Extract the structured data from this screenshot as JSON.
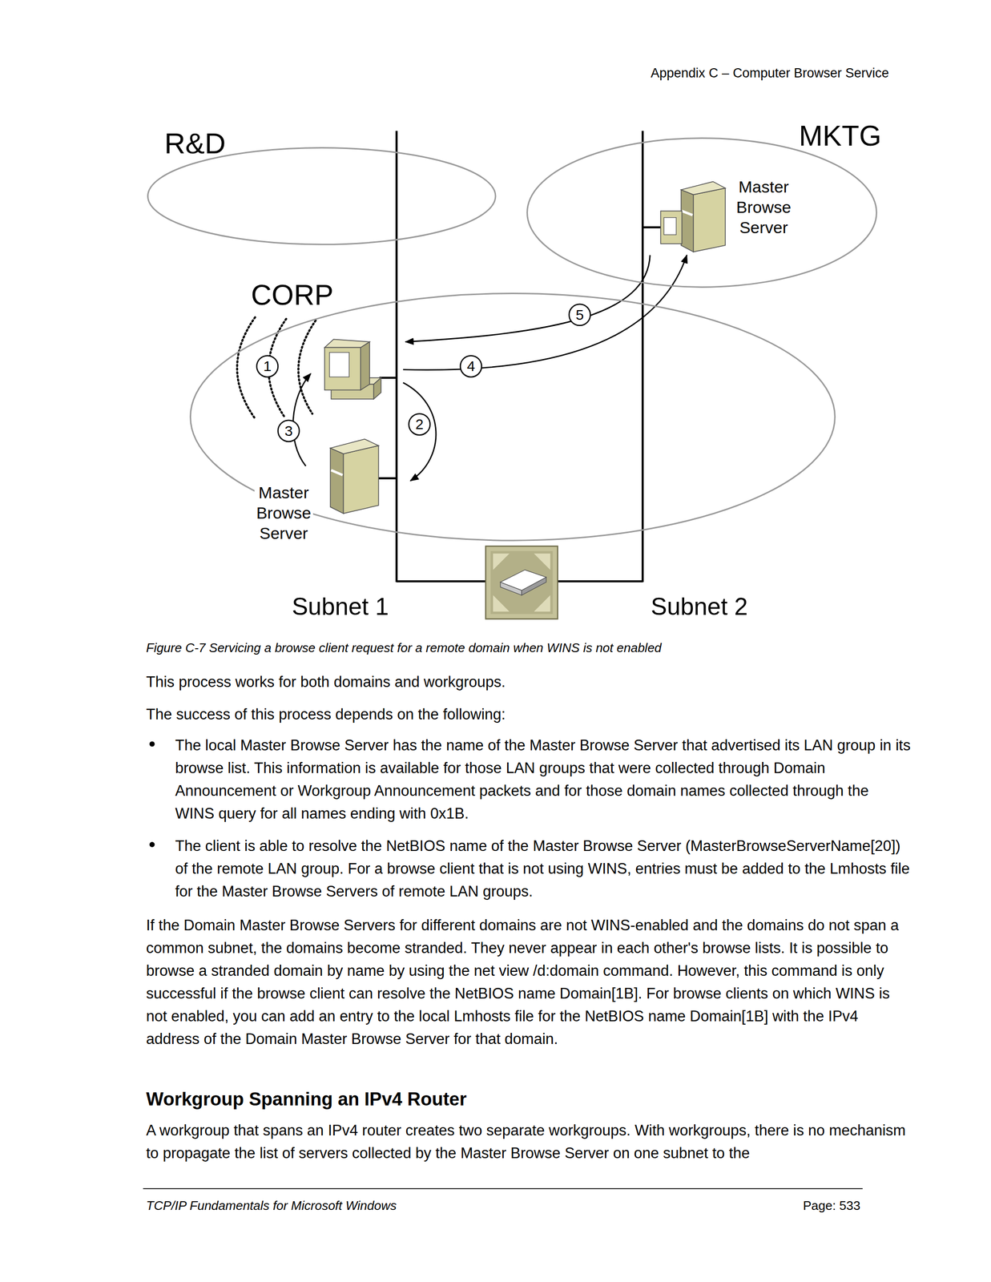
{
  "diagram": {
    "caption": "Figure C-7 Servicing a browse client request for a remote domain when WINS is not enabled",
    "nodes": [
      {
        "text": [
          "R&D"
        ]
      },
      {
        "text": [
          "MKTG"
        ]
      },
      {
        "text": [
          "Master Browse Server"
        ],
        "in": 1
      },
      {
        "text": [
          "CORP"
        ]
      },
      {
        "text": [
          "Master Browse Server"
        ],
        "in": 3
      }
    ],
    "labels": [
      "Appendix C – Computer Browser Service",
      "1",
      "2",
      "3",
      "4",
      "5",
      "Subnet 1",
      "Subnet 2",
      "This process works for both domains and workgroups.",
      "The success of this process depends on the following:",
      "The local Master Browse Server has the name of the Master Browse Server that advertised its LAN group in its browse list. This information is available for those LAN groups that were collected through Domain Announcement or Workgroup Announcement packets and for those domain names collected through the WINS query for all names ending with 0x1B.",
      "The client is able to resolve the NetBIOS name of the Master Browse Server (MasterBrowseServerName[20]) of the remote LAN group. For a browse client that is not using WINS, entries must be added to the Lmhosts file for the Master Browse Servers of remote LAN groups.",
      "If the Domain Master Browse Servers for different domains are not WINS-enabled and the domains do not span a common subnet, the domains become stranded. They never appear in each other's browse lists. It is possible to browse a stranded domain by name by using the net view /d:domain command. However, this command is only successful if the browse client can resolve the NetBIOS name Domain[1B]. For browse clients on which WINS is not enabled, you can add an entry to the local Lmhosts file for the NetBIOS name Domain[1B] with the IPv4 address of the Domain Master Browse Server for that domain.",
      "Workgroup Spanning an IPv4 Router",
      "A workgroup that spans an IPv4 router creates two separate workgroups. With workgroups, there is no mechanism to propagate the list of servers collected by the Master Browse Server on one subnet to the",
      "TCP/IP Fundamentals for Microsoft Windows",
      "Page: 533"
    ]
  }
}
